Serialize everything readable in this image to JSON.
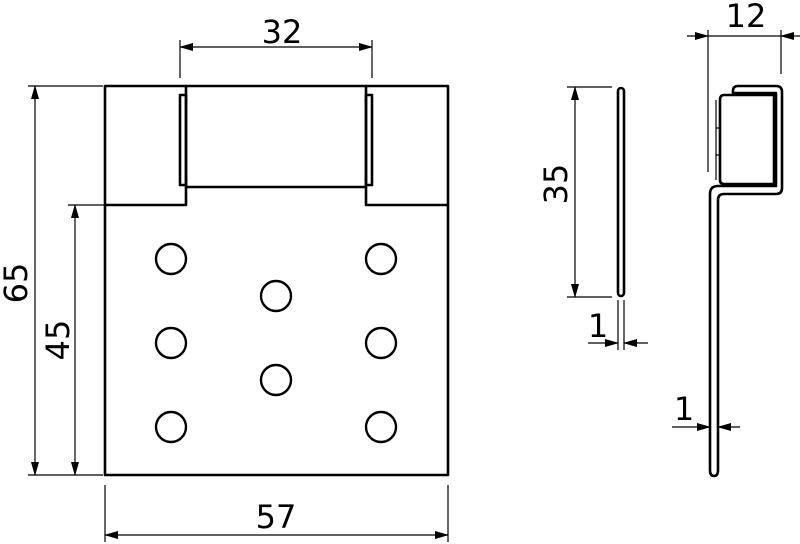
{
  "drawing": {
    "front_view": {
      "dim_slot_width": "32",
      "dim_total_width": "57",
      "dim_total_height": "65",
      "dim_plate_height": "45",
      "hole_count": 8
    },
    "side_view": {
      "dim_height": "35",
      "dim_thickness": "1"
    },
    "profile_view": {
      "dim_depth": "12",
      "dim_thickness": "1"
    },
    "line_color": "#000000",
    "background": "#ffffff"
  }
}
